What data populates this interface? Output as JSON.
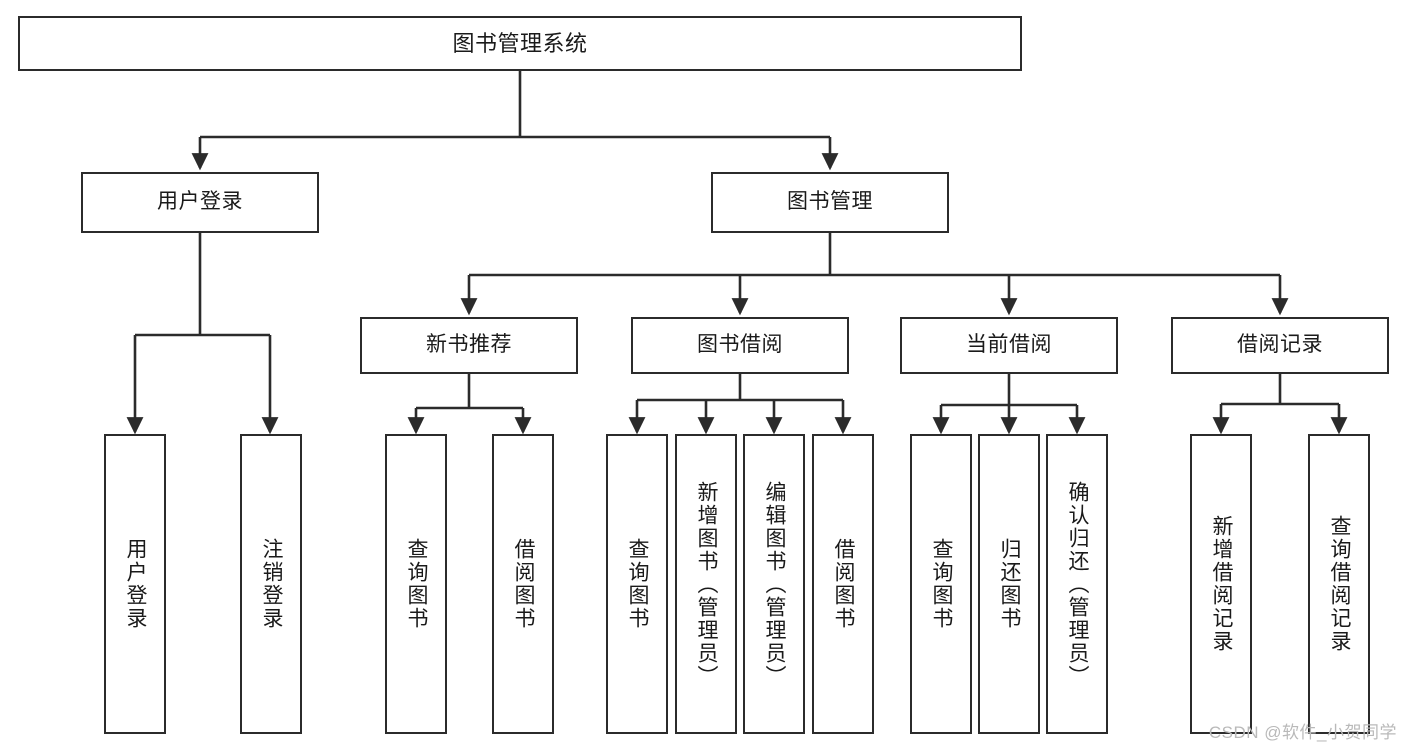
{
  "diagram": {
    "title": "图书管理系统",
    "type": "tree",
    "watermark": "CSDN @软件_小贺同学",
    "colors": {
      "stroke": "#2b2b2b",
      "fill": "#ffffff",
      "text": "#1a1a1a",
      "watermark": "#b9b9b9"
    },
    "root": {
      "label": "图书管理系统"
    },
    "level1": [
      {
        "label": "用户登录"
      },
      {
        "label": "图书管理"
      }
    ],
    "level2": [
      {
        "label": "新书推荐"
      },
      {
        "label": "图书借阅"
      },
      {
        "label": "当前借阅"
      },
      {
        "label": "借阅记录"
      }
    ],
    "leaves": {
      "user_login": [
        {
          "label": "用户登录"
        },
        {
          "label": "注销登录"
        }
      ],
      "new_book_recommend": [
        {
          "label": "查询图书"
        },
        {
          "label": "借阅图书"
        }
      ],
      "book_borrow": [
        {
          "label": "查询图书"
        },
        {
          "label": "新增图书（管理员）"
        },
        {
          "label": "编辑图书（管理员）"
        },
        {
          "label": "借阅图书"
        }
      ],
      "current_borrow": [
        {
          "label": "查询图书"
        },
        {
          "label": "归还图书"
        },
        {
          "label": "确认归还（管理员）"
        }
      ],
      "borrow_record": [
        {
          "label": "新增借阅记录"
        },
        {
          "label": "查询借阅记录"
        }
      ]
    }
  }
}
